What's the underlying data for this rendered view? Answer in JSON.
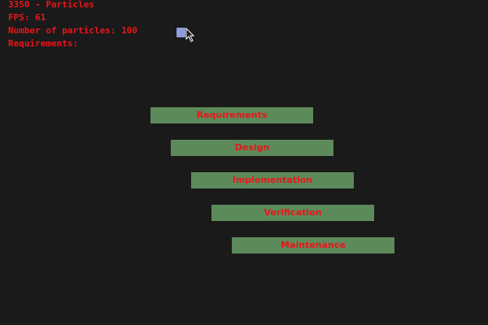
{
  "hud": {
    "title": "3350 - Particles",
    "fps": "FPS: 61",
    "particles": "Number of particles: 100",
    "requirements": "Requirements:"
  },
  "phases": [
    "Requirements",
    "Design",
    "Implementation",
    "Verification",
    "Maintenance"
  ],
  "colors": {
    "background": "#1a1a1a",
    "text": "#e8161a",
    "bar": "#5d8a5a",
    "particle": "#8f9ed8"
  },
  "icons": {
    "particle": "particle-square",
    "cursor": "arrow-cursor-icon"
  }
}
